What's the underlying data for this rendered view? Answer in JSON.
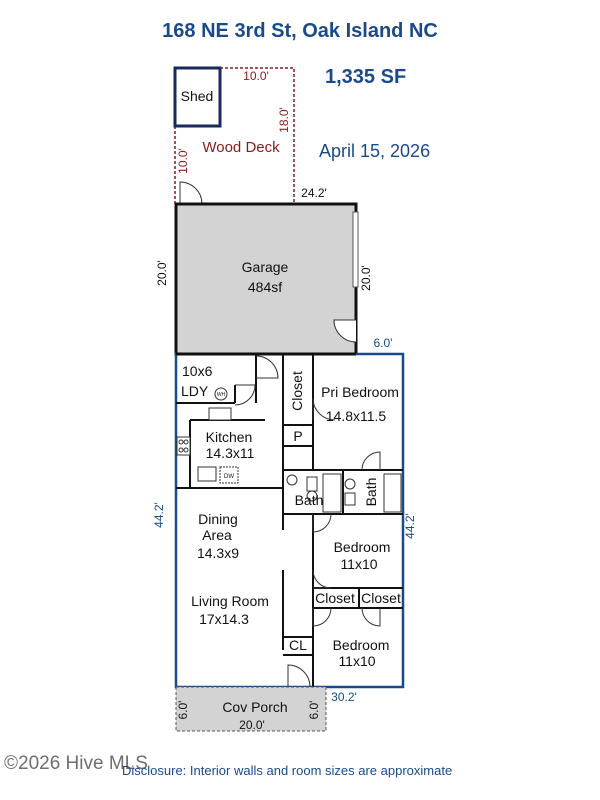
{
  "header": {
    "title": "168 NE 3rd St, Oak Island NC",
    "square_feet": "1,335 SF",
    "date": "April 15, 2026"
  },
  "rooms": {
    "shed": "Shed",
    "wood_deck": "Wood Deck",
    "garage": "Garage",
    "garage_area": "484sf",
    "laundry_size": "10x6",
    "laundry": "LDY",
    "wh": "WH",
    "dw": "DW",
    "kitchen": "Kitchen",
    "kitchen_size": "14.3x11",
    "closet_pri": "Closet",
    "pantry": "P",
    "pri_bedroom": "Pri Bedroom",
    "pri_bedroom_size": "14.8x11.5",
    "bath_1": "Bath",
    "bath_2": "Bath",
    "dining_area_1": "Dining",
    "dining_area_2": "Area",
    "dining_size": "14.3x9",
    "bedroom_2": "Bedroom",
    "bedroom_2_size": "11x10",
    "closet_2": "Closet",
    "closet_3": "Closet",
    "living_room": "Living Room",
    "living_room_size": "17x14.3",
    "cl": "CL",
    "bedroom_3": "Bedroom",
    "bedroom_3_size": "11x10",
    "cov_porch": "Cov Porch"
  },
  "dimensions": {
    "shed_width": "10.0'",
    "deck_depth": "18.0'",
    "deck_side": "10.0'",
    "deck_width": "24.2'",
    "garage_depth_left": "20.0'",
    "garage_depth_right": "20.0'",
    "house_offset": "6.0'",
    "house_depth_left": "44.2'",
    "house_depth_right": "44.2'",
    "house_width": "30.2'",
    "porch_left": "6.0'",
    "porch_right": "6.0'",
    "porch_width": "20.0'"
  },
  "footer": {
    "mls": "©2026 Hive MLS",
    "disclosure": "Disclosure: Interior walls and room sizes are approximate"
  },
  "colors": {
    "title_blue": "#1a4a8a",
    "deck_red": "#8b1a1a",
    "garage_gray": "#d3d3d3",
    "house_outline_blue": "#1a4a8a"
  }
}
